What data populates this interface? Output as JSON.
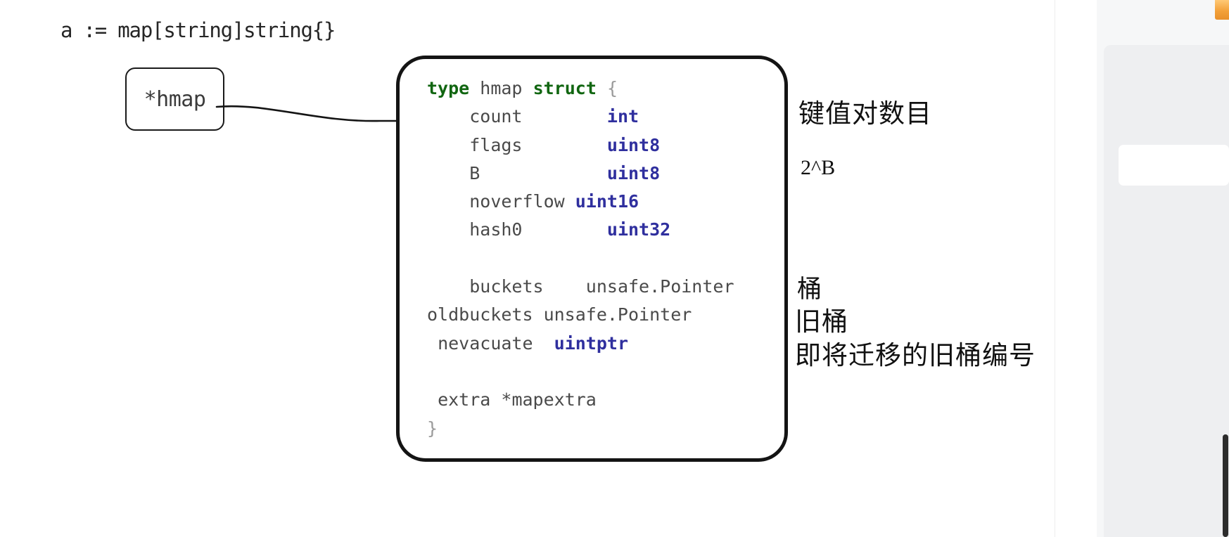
{
  "slide": {
    "declaration": "a := map[string]string{}",
    "pointer_box": {
      "label": "*hmap"
    },
    "struct_code": {
      "header": {
        "keyword_type": "type",
        "name": "hmap",
        "keyword_struct": "struct",
        "open_brace": "{"
      },
      "fields": [
        {
          "name": "count",
          "type": "int",
          "type_style": "builtin"
        },
        {
          "name": "flags",
          "type": "uint8",
          "type_style": "builtin"
        },
        {
          "name": "B",
          "type": "uint8",
          "type_style": "builtin"
        },
        {
          "name": "noverflow",
          "type": "uint16",
          "type_style": "builtin"
        },
        {
          "name": "hash0",
          "type": "uint32",
          "type_style": "builtin"
        },
        {
          "name": "",
          "type": "",
          "type_style": "blank"
        },
        {
          "name": "buckets",
          "type": "unsafe.Pointer",
          "type_style": "plain"
        },
        {
          "name": "oldbuckets",
          "type": "unsafe.Pointer",
          "type_style": "plain"
        },
        {
          "name": "nevacuate",
          "type": "uintptr",
          "type_style": "builtin"
        },
        {
          "name": "",
          "type": "",
          "type_style": "blank"
        },
        {
          "name": "extra",
          "type": "*mapextra",
          "type_style": "plain"
        }
      ],
      "close_brace": "}"
    },
    "annotations": [
      {
        "id": "count",
        "text": "键值对数目"
      },
      {
        "id": "b",
        "text": "2^B"
      },
      {
        "id": "buckets",
        "text": "桶"
      },
      {
        "id": "old",
        "text": "旧桶"
      },
      {
        "id": "nevac",
        "text": "即将迁移的旧桶编号"
      }
    ],
    "colors": {
      "keyword_green": "#116611",
      "type_blue": "#2f2f9e",
      "identifier_gray": "#4a4a4a",
      "punct_gray": "#9a9a9a",
      "stroke_black": "#141414",
      "rail_accent_orange": "#f3a13a"
    }
  },
  "watermark": {
    "icon": "bilibili-tv-play-logo"
  }
}
